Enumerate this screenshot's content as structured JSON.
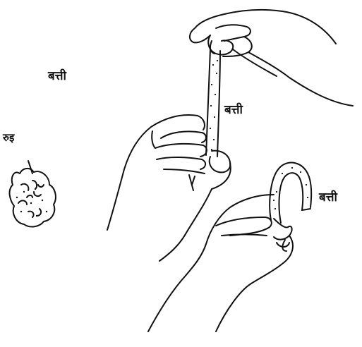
{
  "labels": {
    "wick_top": "बत्ती",
    "cotton": "रुइ",
    "wick_middle": "बत्ती",
    "wick_right": "बत्ती"
  },
  "colors": {
    "ink": "#111111",
    "background": "#ffffff"
  }
}
